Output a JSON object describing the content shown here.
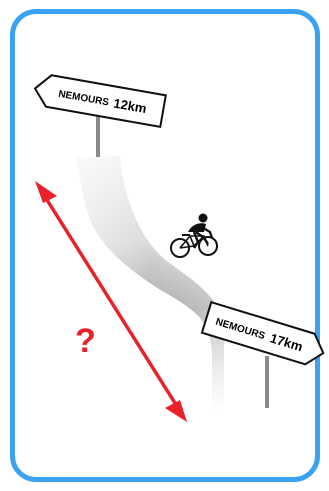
{
  "sign_top": {
    "place": "NEMOURS",
    "distance": "12km"
  },
  "sign_bottom": {
    "place": "NEMOURS",
    "distance": "17km"
  },
  "question_mark": "?",
  "colors": {
    "frame_border": "#3aa2f2",
    "arrow": "#e8212a",
    "road_light": "#f2f2f2",
    "road_dark": "#a8a8a8",
    "pole": "#8a8a8a"
  },
  "icons": {
    "cyclist": "cyclist-icon",
    "arrow": "double-headed-arrow-icon"
  }
}
